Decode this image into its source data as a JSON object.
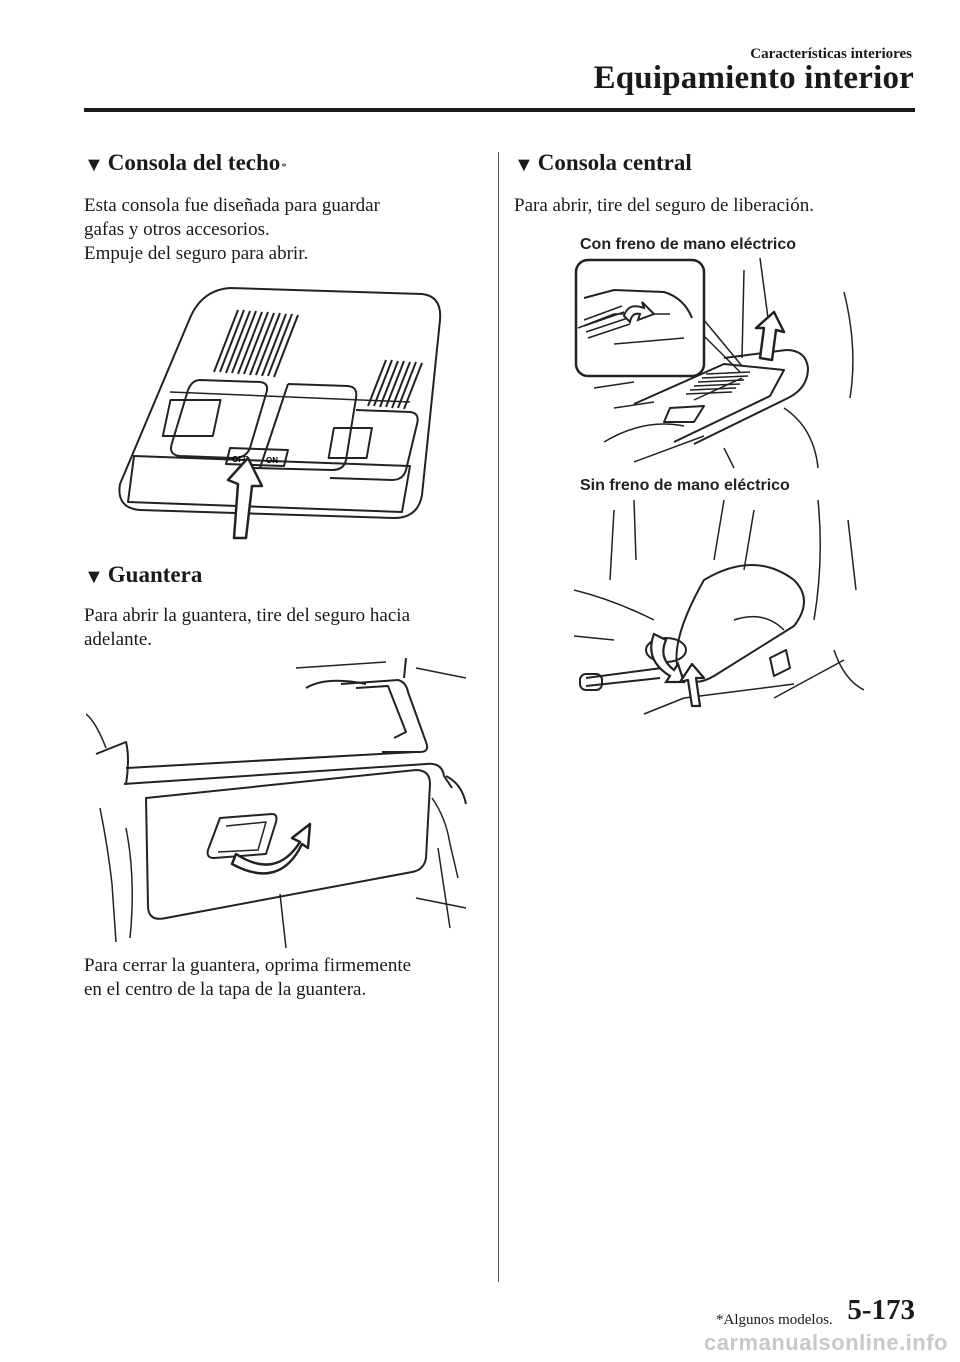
{
  "header": {
    "section": "Características interiores",
    "title": "Equipamiento interior"
  },
  "left": {
    "overhead": {
      "heading": "Consola del techo",
      "asterisk": "*",
      "body": [
        "Esta consola fue diseñada para guardar",
        "gafas y otros accesorios.",
        "Empuje del seguro para abrir."
      ],
      "switch_labels": {
        "off": "OFF",
        "on": "ON"
      }
    },
    "glovebox": {
      "heading": "Guantera",
      "body": [
        "Para abrir la guantera, tire del seguro hacia",
        "adelante."
      ],
      "close_text": [
        "Para cerrar la guantera, oprima firmemente",
        "en el centro de la tapa de la guantera."
      ]
    }
  },
  "right": {
    "center": {
      "heading": "Consola central",
      "body": "Para abrir, tire del seguro de liberación.",
      "label_electric": "Con freno de mano eléctrico",
      "label_manual": "Sin freno de mano eléctrico"
    }
  },
  "footer": {
    "note": "*Algunos modelos.",
    "page": "5-173",
    "watermark": "carmanualsonline.info"
  }
}
